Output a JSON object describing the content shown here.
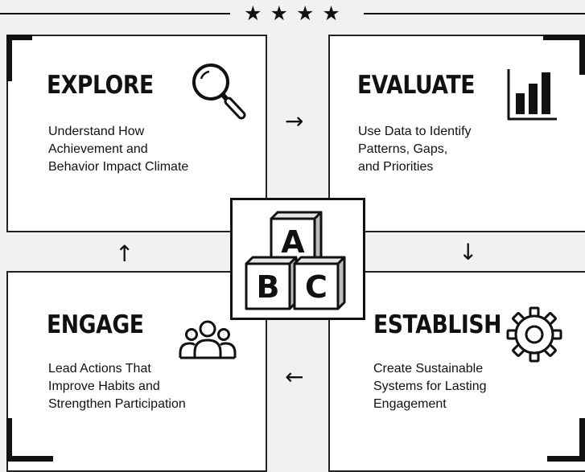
{
  "header": {
    "stars": "★★★★"
  },
  "panels": {
    "explore": {
      "title": "EXPLORE",
      "lines": [
        "Understand How",
        "Achievement and",
        "Behavior Impact Climate"
      ]
    },
    "evaluate": {
      "title": "EVALUATE",
      "lines": [
        "Use Data to Identify",
        "Patterns, Gaps,",
        "and Priorities"
      ]
    },
    "engage": {
      "title": "ENGAGE",
      "lines": [
        "Lead Actions That",
        "Improve Habits and",
        "Strengthen Participation"
      ]
    },
    "establish": {
      "title": "ESTABLISH",
      "lines": [
        "Create Sustainable",
        "Systems for Lasting",
        "Engagement"
      ]
    }
  },
  "icons": {
    "explore": "magnifying-glass",
    "evaluate": "bar-chart",
    "engage": "people-group",
    "establish": "gear"
  },
  "arrows": {
    "right": "→",
    "down": "↓",
    "left": "←",
    "up": "↑"
  },
  "blocks": {
    "top": "A",
    "left": "B",
    "right": "C"
  }
}
